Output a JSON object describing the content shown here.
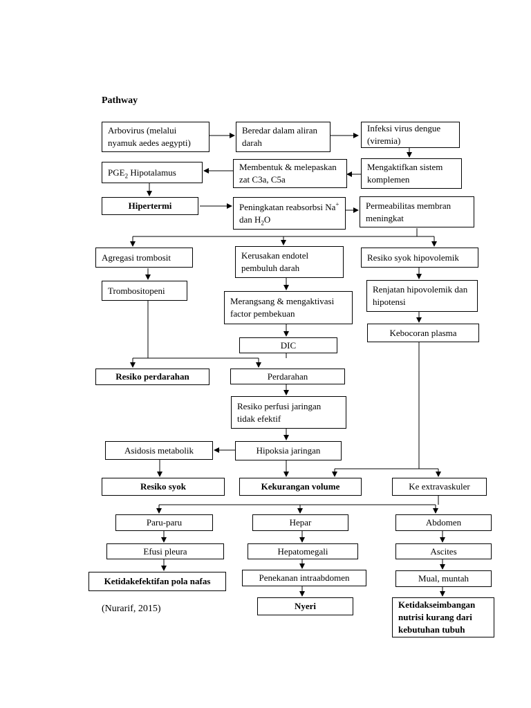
{
  "title": "Pathway",
  "citation": "(Nurarif, 2015)",
  "nodes": {
    "n1": "Arbovirus (melalui nyamuk aedes aegypti)",
    "n2": "Beredar dalam aliran darah",
    "n3": "Infeksi virus dengue (viremia)",
    "n4": "Mengaktifkan sistem komplemen",
    "n5": "Membentuk & melepaskan zat C3a, C5a",
    "n6_pre": "PGE",
    "n6_sub": "2",
    "n6_post": " Hipotalamus",
    "n7": "Hipertermi",
    "n8_pre": "Peningkatan reabsorbsi Na",
    "n8_sup": "+",
    "n8_mid": " dan H",
    "n8_sub": "2",
    "n8_post": "O",
    "n9": "Permeabilitas membran meningkat",
    "n10": "Agregasi trombosit",
    "n11": "Kerusakan endotel pembuluh darah",
    "n12": "Resiko syok hipovolemik",
    "n13": "Trombositopeni",
    "n14": "Merangsang & mengaktivasi factor pembekuan",
    "n15": "Renjatan hipovolemik dan hipotensi",
    "n16": "DIC",
    "n17": "Kebocoran plasma",
    "n18": "Resiko perdarahan",
    "n19": "Perdarahan",
    "n20": "Resiko perfusi jaringan tidak efektif",
    "n21": "Asidosis metabolik",
    "n22": "Hipoksia jaringan",
    "n23": "Resiko syok",
    "n24": "Kekurangan volume",
    "n25": "Ke extravaskuler",
    "n26": "Paru-paru",
    "n27": "Hepar",
    "n28": "Abdomen",
    "n29": "Efusi pleura",
    "n30": "Hepatomegali",
    "n31": "Ascites",
    "n32": "Ketidakefektifan pola nafas",
    "n33": "Penekanan intraabdomen",
    "n34": "Mual, muntah",
    "n35": "Nyeri",
    "n36": "Ketidakseimbangan nutrisi kurang dari kebutuhan tubuh"
  }
}
